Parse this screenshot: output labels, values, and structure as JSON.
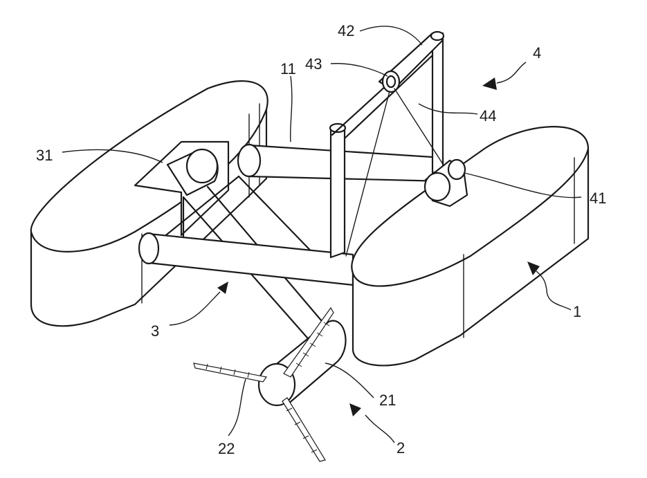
{
  "labels": {
    "l1": "1",
    "l2": "2",
    "l3": "3",
    "l4": "4",
    "l11": "11",
    "l21": "21",
    "l22": "22",
    "l31": "31",
    "l41": "41",
    "l42": "42",
    "l43": "43",
    "l44": "44"
  }
}
